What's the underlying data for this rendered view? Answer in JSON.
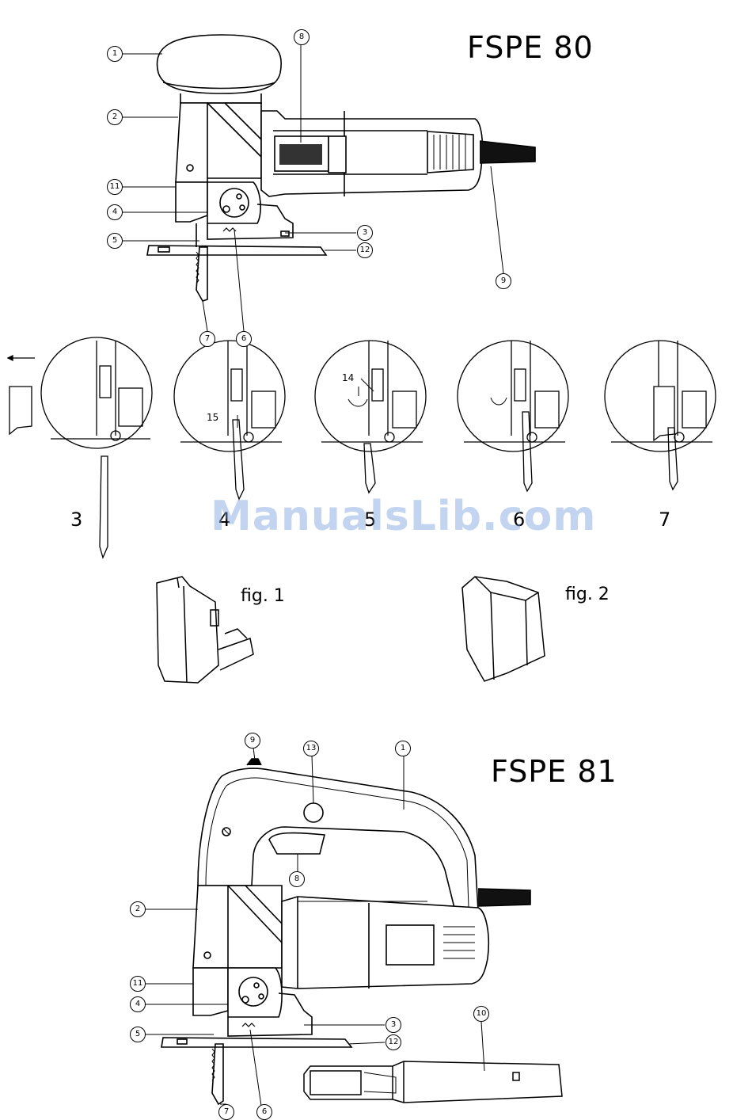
{
  "titles": {
    "top": "FSPE 80",
    "bottom": "FSPE 81"
  },
  "watermark": "ManualsLib.com",
  "steps": [
    "3",
    "4",
    "5",
    "6",
    "7"
  ],
  "figures": {
    "fig1": "fig. 1",
    "fig2": "fig. 2"
  },
  "step_callouts": {
    "c14": "14",
    "c15": "15"
  },
  "callouts_top": [
    "1",
    "2",
    "11",
    "4",
    "5",
    "8",
    "3",
    "12",
    "9",
    "7",
    "6"
  ],
  "callouts_bottom": [
    "9",
    "13",
    "1",
    "8",
    "2",
    "11",
    "4",
    "5",
    "3",
    "12",
    "10",
    "7",
    "6"
  ]
}
